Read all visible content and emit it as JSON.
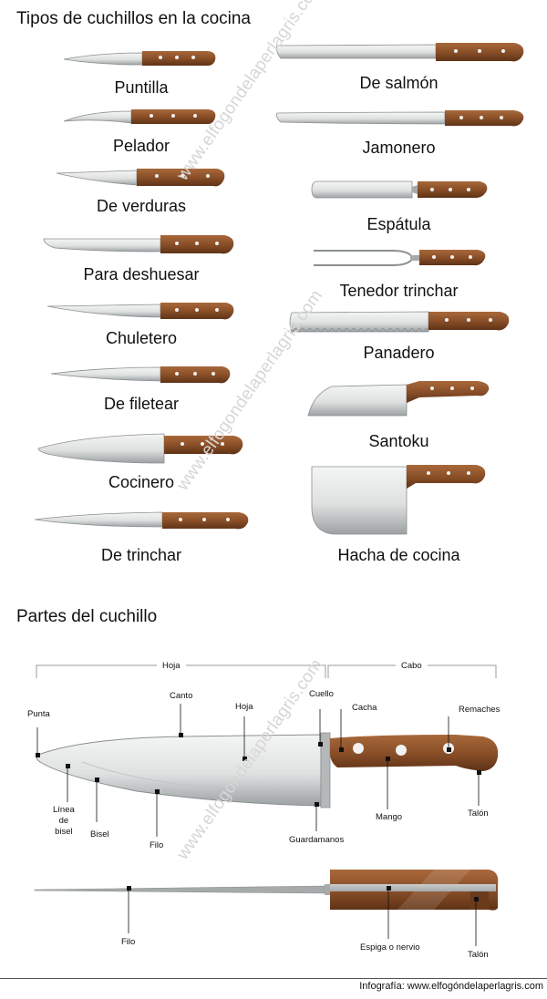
{
  "section1_title": "Tipos de cuchillos en la cocina",
  "knives_left": [
    "Puntilla",
    "Pelador",
    "De verduras",
    "Para deshuesar",
    "Chuletero",
    "De filetear",
    "Cocinero",
    "De trinchar"
  ],
  "knives_right": [
    "De salmón",
    "Jamonero",
    "Espátula",
    "Tenedor trinchar",
    "Panadero",
    "Santoku",
    "Hacha de cocina"
  ],
  "section2_title": "Partes del cuchillo",
  "parts": {
    "hoja_bracket": "Hoja",
    "cabo_bracket": "Cabo",
    "punta": "Punta",
    "canto": "Canto",
    "hoja": "Hoja",
    "cuello": "Cuello",
    "cacha": "Cacha",
    "remaches": "Remaches",
    "linea_de_bisel": "Línea\nde\nbisel",
    "bisel": "Bisel",
    "filo": "Filo",
    "guardamanos": "Guardamanos",
    "mango": "Mango",
    "talon": "Talón",
    "filo_bottom": "Filo",
    "espiga": "Espiga o nervio",
    "talon_bottom": "Talón"
  },
  "watermark": "www.elfogondelaperlagris.com",
  "footer": "Infografía: www.elfogóndelaperlagris.com",
  "colors": {
    "handle": "#8a4f28",
    "handle_dark": "#5e3216",
    "blade": "#e4e6e6",
    "blade_edge": "#8b8f91",
    "rivet": "#f2f2f2"
  }
}
